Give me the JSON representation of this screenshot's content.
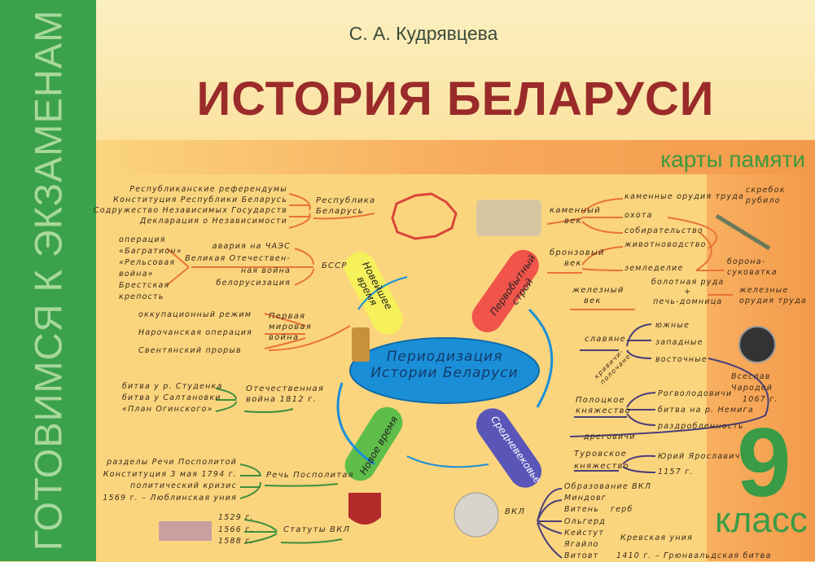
{
  "cover": {
    "series": "ГОТОВИМСЯ К ЭКЗАМЕНАМ",
    "author": "С. А. Кудрявцева",
    "title": "ИСТОРИЯ БЕЛАРУСИ",
    "subtitle": "карты памяти",
    "grade_number": "9",
    "grade_label": "класс"
  },
  "colors": {
    "green": "#3ba24b",
    "title_red": "#9a2b2a",
    "orange": "#f39a4a",
    "yellow": "#fbd57e",
    "center_blue": "#1a8fd8"
  },
  "center": {
    "line1": "Периодизация",
    "line2": "Истории Беларуси"
  },
  "periods": {
    "newest": [
      "Новейшее",
      "время"
    ],
    "primitive": [
      "Первобытный",
      "строй"
    ],
    "medieval": "Средневековье",
    "modern": "Новое время"
  },
  "newest": {
    "rb": {
      "label": [
        "Республика",
        "Беларусь"
      ],
      "items": [
        "Республиканские референдумы",
        "Конституция Республики Беларусь",
        "Содружество Независимых Государств",
        "Декларация о Независимости"
      ]
    },
    "bssr": {
      "label": "БССР",
      "items": [
        "авария на ЧАЭС",
        "Великая Отечествен-",
        "ная война",
        "белорусизация"
      ],
      "war_items": [
        "операция",
        "«Багратион»",
        "«Рельсовая",
        "война»",
        "Брестская",
        "крепость"
      ]
    },
    "ww1": {
      "label": [
        "Первая",
        "мировая",
        "война"
      ],
      "items": [
        "оккупационный режим",
        "Нарочанская операция",
        "Свентянский прорыв"
      ]
    }
  },
  "modern": {
    "war1812": {
      "label": [
        "Отечественная",
        "война 1812 г."
      ],
      "items": [
        "битва у р. Студенка",
        "битва у Салтановки",
        "«План Огинского»"
      ]
    },
    "rp": {
      "label": "Речь Посполитая",
      "items": [
        "разделы Речи Посполитой",
        "Конституция 3 мая 1794 г.",
        "политический кризис",
        "1569 г. – Люблинская уния"
      ]
    },
    "statutes": {
      "label": "Статуты ВКЛ",
      "items": [
        "1529 г.",
        "1566 г.",
        "1588 г."
      ]
    }
  },
  "primitive": {
    "stone": {
      "label": [
        "каменный",
        "век"
      ],
      "items": [
        "каменные орудия труда",
        "охота",
        "собирательство"
      ],
      "tools": [
        "скребок",
        "рубило"
      ]
    },
    "bronze": {
      "label": [
        "бронзовый",
        "век"
      ],
      "items": [
        "животноводство",
        "земледелие"
      ],
      "result": [
        "борона-",
        "суковатка"
      ]
    },
    "iron": {
      "label": [
        "железный",
        "век"
      ],
      "items": [
        "болотная руда",
        "+",
        "печь-домница"
      ],
      "result": [
        "железные",
        "орудия труда"
      ]
    }
  },
  "medieval": {
    "slavs": {
      "label": "славяне",
      "items": [
        "южные",
        "западные",
        "восточные"
      ],
      "tribe1": [
        "кривичи-",
        "полочане"
      ],
      "tribe2": "дреговичи"
    },
    "polotsk": {
      "label": [
        "Полоцкое",
        "княжество"
      ],
      "items": [
        "Рогволодовичи",
        "битва на р. Немига",
        "раздробленность"
      ],
      "vseslav": [
        "Всеслав",
        "Чародей",
        "1067 г."
      ]
    },
    "turov": {
      "label": [
        "Туровское",
        "княжество"
      ],
      "items": [
        "Юрий Ярославич",
        "1157 г."
      ]
    },
    "gdl": {
      "label": "ВКЛ",
      "items": [
        "Образование ВКЛ",
        "Миндовг",
        "Витень",
        "Ольгерд",
        "Кейстут",
        "Ягайло",
        "Витовт"
      ],
      "coat": "герб",
      "union": "Кревская уния",
      "battle": "1410 г. – Грюнвальдская битва"
    }
  }
}
